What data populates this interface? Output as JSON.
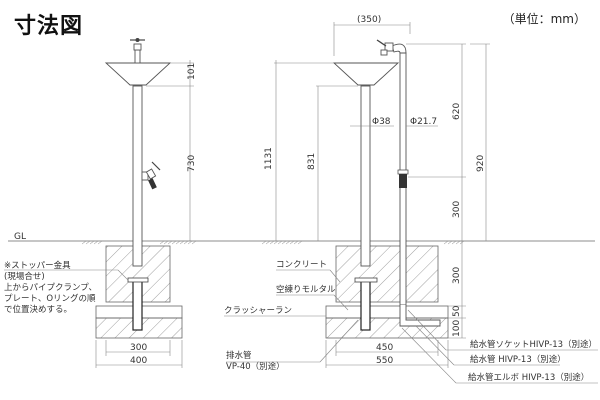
{
  "header": {
    "title": "寸法図",
    "unit": "（単位：mm）"
  },
  "ground": {
    "label": "GL"
  },
  "left_view": {
    "dims": {
      "bowl_height": "101",
      "faucet_height": "730",
      "foundation_inner_width": "300",
      "foundation_outer_width": "400"
    },
    "note": {
      "lines": [
        "※ストッパー金具",
        "(現場合せ)",
        "上からパイプクランプ、",
        "プレート、Oリングの順",
        "で位置決めする。"
      ]
    }
  },
  "right_view": {
    "dims": {
      "spout_reach": "(350)",
      "total_height": "1131",
      "bowl_top_height": "831",
      "post_diameter": "Φ38",
      "pipe_diameter": "Φ21.7",
      "upper_faucet_span": "620",
      "total_pipe_height": "920",
      "lower_faucet_height": "300",
      "concrete_depth": "300",
      "mortar_depth": "50",
      "crusher_run_depth": "100",
      "foundation_inner_width": "450",
      "foundation_outer_width": "550"
    },
    "labels": {
      "concrete": "コンクリート",
      "mortar": "空練りモルタル",
      "crusher_run": "クラッシャーラン",
      "drain_pipe_line1": "排水管",
      "drain_pipe_line2": "VP-40（別途）",
      "socket": "給水管ソケットHIVP-13（別途）",
      "water_pipe": "給水管 HIVP-13（別途）",
      "elbow": "給水管エルボ HIVP-13（別途）"
    }
  }
}
